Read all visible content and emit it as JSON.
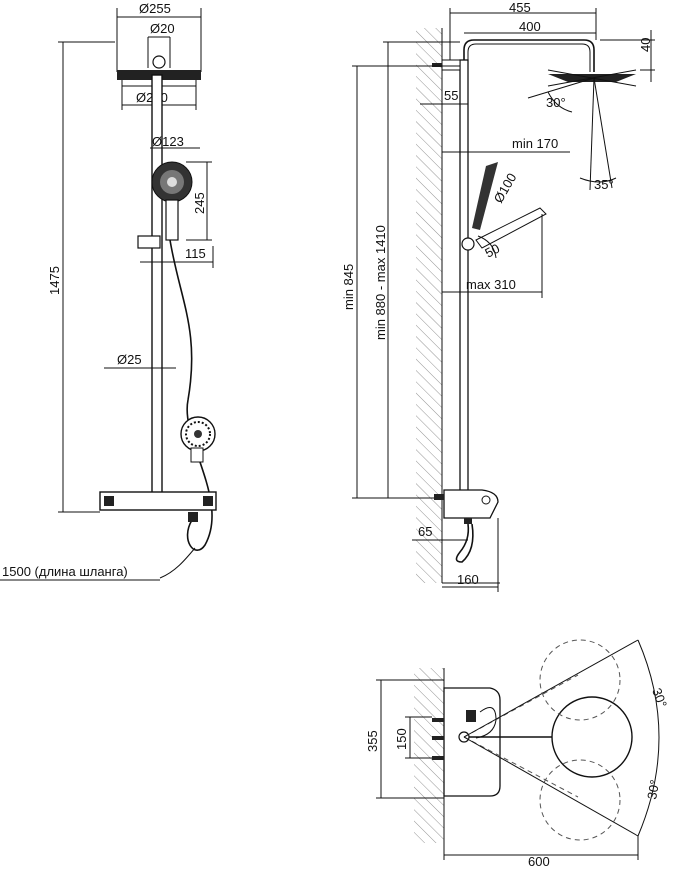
{
  "front_view": {
    "head_diameter": "Ø255",
    "arm_diameter": "Ø20",
    "head_inner_diameter": "Ø200",
    "hand_shower_diameter": "Ø123",
    "hand_shower_height": "245",
    "holder_offset": "115",
    "total_height": "1475",
    "bar_diameter": "Ø25",
    "hose_length": "1500 (длина шланга)"
  },
  "side_view": {
    "arm_reach_total": "455",
    "arm_reach": "400",
    "head_height": "40",
    "wall_offset": "55",
    "head_tilt_angle": "30°",
    "spray_angle": "35°",
    "holder_min": "min 170",
    "hand_diameter": "Ø100",
    "holder_angle": "50",
    "holder_max": "max 310",
    "min_height": "min 845",
    "height_range": "min 880 - max 1410",
    "base_offset": "65",
    "base_depth": "160"
  },
  "top_view": {
    "bracket_height": "355",
    "bracket_inner": "150",
    "swing_angle_upper": "30°",
    "swing_angle_lower": "30°",
    "arm_length": "600"
  }
}
